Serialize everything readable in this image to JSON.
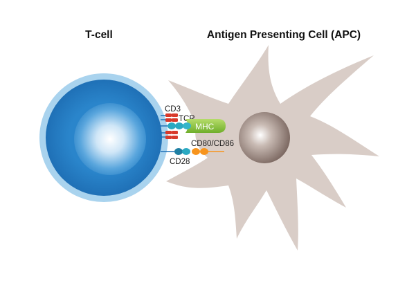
{
  "titles": {
    "tcell": "T-cell",
    "apc": "Antigen Presenting Cell (APC)"
  },
  "labels": {
    "cd3": "CD3",
    "tcr": "TCR",
    "mhc": "MHC",
    "cd80_cd86": "CD80/CD86",
    "cd28": "CD28"
  },
  "colors": {
    "tcell_outer": "#a9d3ee",
    "tcell_body": "#2a83c8",
    "tcell_nucleus_center": "#ffffff",
    "apc_body": "#d9cdc7",
    "apc_nucleus": "#8a7770",
    "mhc": "#8dc63f",
    "cd3": "#d8392b",
    "tcr": "#2aa9c2",
    "cd28": "#1f7fa3",
    "cd80": "#f7941d"
  }
}
